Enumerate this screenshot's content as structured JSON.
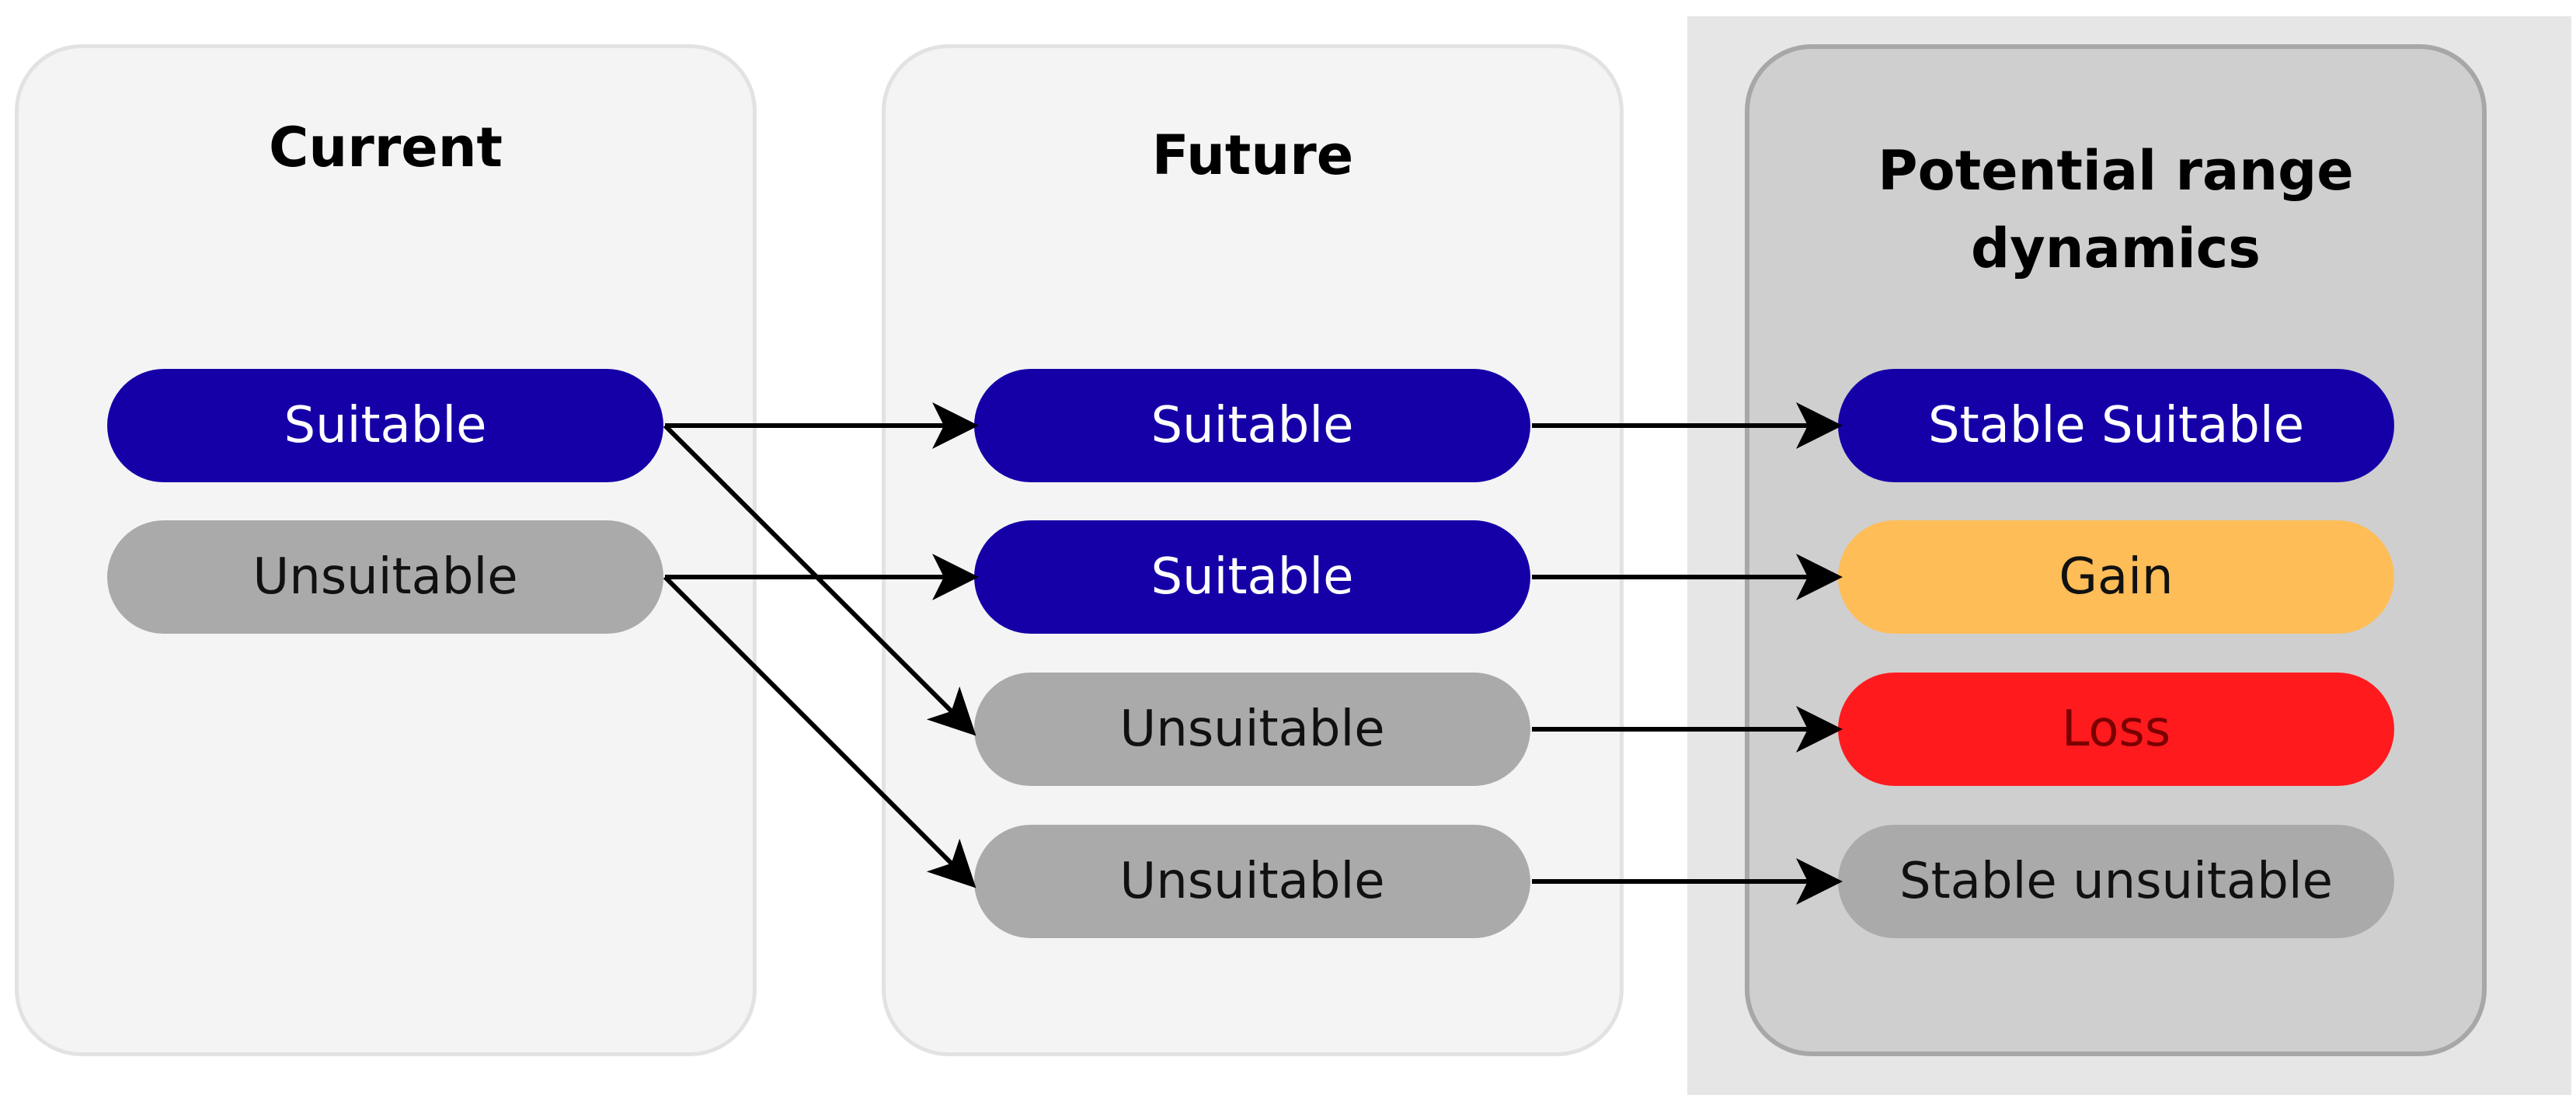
{
  "panels": {
    "current": {
      "title": "Current"
    },
    "future": {
      "title": "Future"
    },
    "dynamics": {
      "title": "Potential range\ndynamics"
    }
  },
  "current_states": [
    {
      "label": "Suitable",
      "color": "#1500a8"
    },
    {
      "label": "Unsuitable",
      "color": "#aaaaaa"
    }
  ],
  "future_states": [
    {
      "label": "Suitable",
      "color": "#1500a8"
    },
    {
      "label": "Suitable",
      "color": "#1500a8"
    },
    {
      "label": "Unsuitable",
      "color": "#aaaaaa"
    },
    {
      "label": "Unsuitable",
      "color": "#aaaaaa"
    }
  ],
  "dynamics_states": [
    {
      "label": "Stable Suitable",
      "color": "#1500a8"
    },
    {
      "label": "Gain",
      "color": "#ffbd57"
    },
    {
      "label": "Loss",
      "color": "#ff1a1e"
    },
    {
      "label": "Stable unsuitable",
      "color": "#aaaaaa"
    }
  ],
  "transitions": [
    {
      "from": "Current: Suitable",
      "to": "Future: Suitable"
    },
    {
      "from": "Current: Suitable",
      "to": "Future: Unsuitable"
    },
    {
      "from": "Current: Unsuitable",
      "to": "Future: Suitable"
    },
    {
      "from": "Current: Unsuitable",
      "to": "Future: Unsuitable"
    },
    {
      "from": "Future: Suitable",
      "to": "Stable Suitable"
    },
    {
      "from": "Future: Suitable",
      "to": "Gain"
    },
    {
      "from": "Future: Unsuitable",
      "to": "Loss"
    },
    {
      "from": "Future: Unsuitable",
      "to": "Stable unsuitable"
    }
  ]
}
